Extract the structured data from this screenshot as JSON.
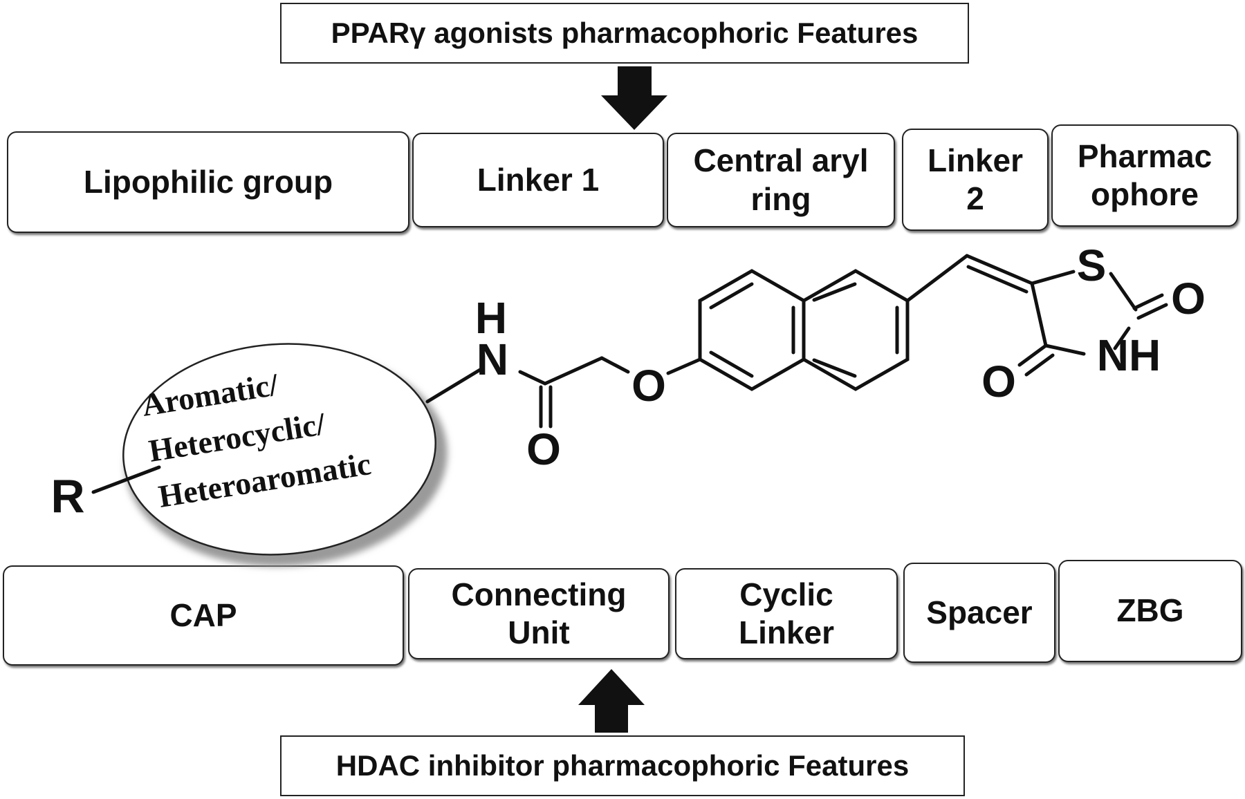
{
  "ppar_title": "PPARγ agonists pharmacophoric Features",
  "hdac_title": "HDAC inhibitor pharmacophoric Features",
  "ppar_segments": [
    "Lipophilic group",
    "Linker 1",
    "Central aryl\nring",
    "Linker\n2",
    "Pharmac\nophore"
  ],
  "hdac_segments": [
    "CAP",
    "Connecting\nUnit",
    "Cyclic\nLinker",
    "Spacer",
    "ZBG"
  ],
  "ellipse_lines": [
    "Aromatic/",
    "Heterocyclic/",
    "Heteroaromatic"
  ],
  "atoms": {
    "R": "R",
    "H": "H",
    "N": "N",
    "O_carbonyl": "O",
    "O_ether": "O",
    "S": "S",
    "O_tzd_top": "O",
    "NH": "NH",
    "O_tzd_bottom": "O"
  }
}
